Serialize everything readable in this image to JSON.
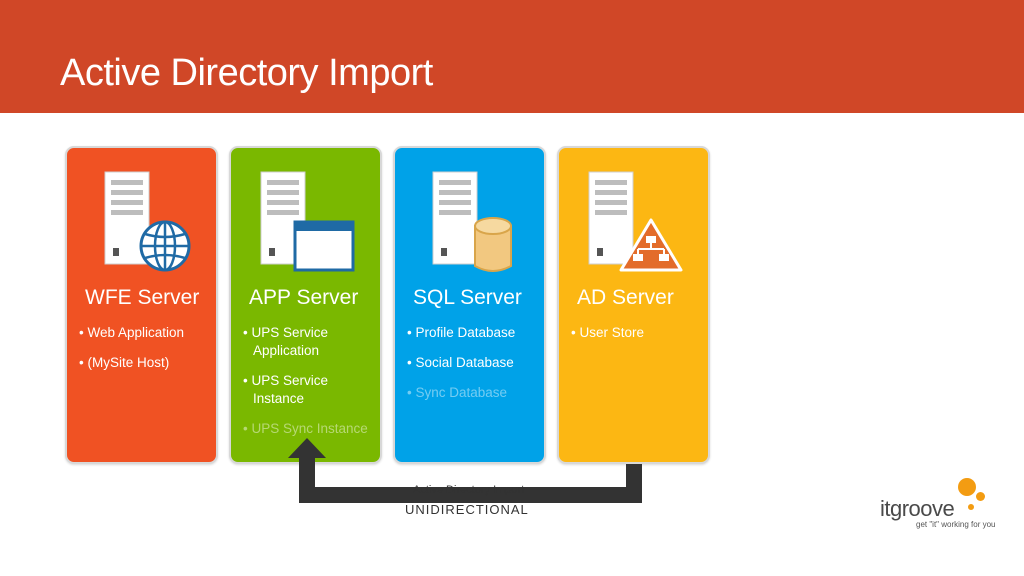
{
  "slide": {
    "title": "Active Directory Import"
  },
  "colors": {
    "header": "#d04727",
    "wfe": "#f05223",
    "app": "#7ab800",
    "sql": "#00a2e8",
    "ad": "#fcb713"
  },
  "cards": [
    {
      "name": "WFE Server",
      "icon": "server-globe-icon",
      "items": [
        {
          "text": "Web Application"
        },
        {
          "text": "(MySite Host)"
        }
      ]
    },
    {
      "name": "APP Server",
      "icon": "server-window-icon",
      "items": [
        {
          "text": "UPS Service Application"
        },
        {
          "text": "UPS Service Instance"
        },
        {
          "text": "UPS Sync Instance"
        }
      ]
    },
    {
      "name": "SQL Server",
      "icon": "server-database-icon",
      "items": [
        {
          "text": "Profile Database"
        },
        {
          "text": "Social Database"
        },
        {
          "text": "Sync Database"
        }
      ]
    },
    {
      "name": "AD Server",
      "icon": "server-hierarchy-icon",
      "items": [
        {
          "text": "User Store"
        }
      ]
    }
  ],
  "flow": {
    "label": "Active Directory Import",
    "direction": "UNIDIRECTIONAL"
  },
  "logo": {
    "name": "itgroove",
    "tagline": "get \"it\" working for you"
  }
}
